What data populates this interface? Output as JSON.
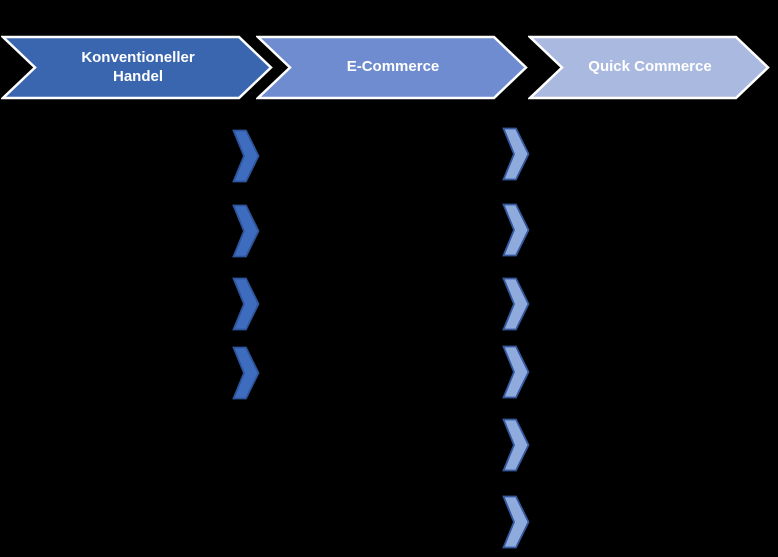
{
  "background": "#000000",
  "banners": [
    {
      "label": "Konventioneller Handel",
      "fill": "#3A66B0",
      "outline": "#FFFFFF",
      "text_color": "#FFFFFF"
    },
    {
      "label": "E-Commerce",
      "fill": "#6E8CCF",
      "outline": "#FFFFFF",
      "text_color": "#FFFFFF"
    },
    {
      "label": "Quick Commerce",
      "fill": "#AAB9E0",
      "outline": "#FFFFFF",
      "text_color": "#FFFFFF"
    }
  ],
  "bullet_columns": [
    {
      "name": "ecommerce-column-bullets",
      "icon": "chevron-right-bullet-icon",
      "count": 4,
      "fill": "#3E6DBF",
      "stroke": "#2E549C",
      "tops": [
        129,
        204,
        277,
        346
      ]
    },
    {
      "name": "quick-commerce-column-bullets",
      "icon": "chevron-right-bullet-icon",
      "count": 6,
      "fill": "#8FAADC",
      "stroke": "#35589E",
      "tops": [
        127,
        203,
        277,
        345,
        418,
        495
      ]
    }
  ]
}
